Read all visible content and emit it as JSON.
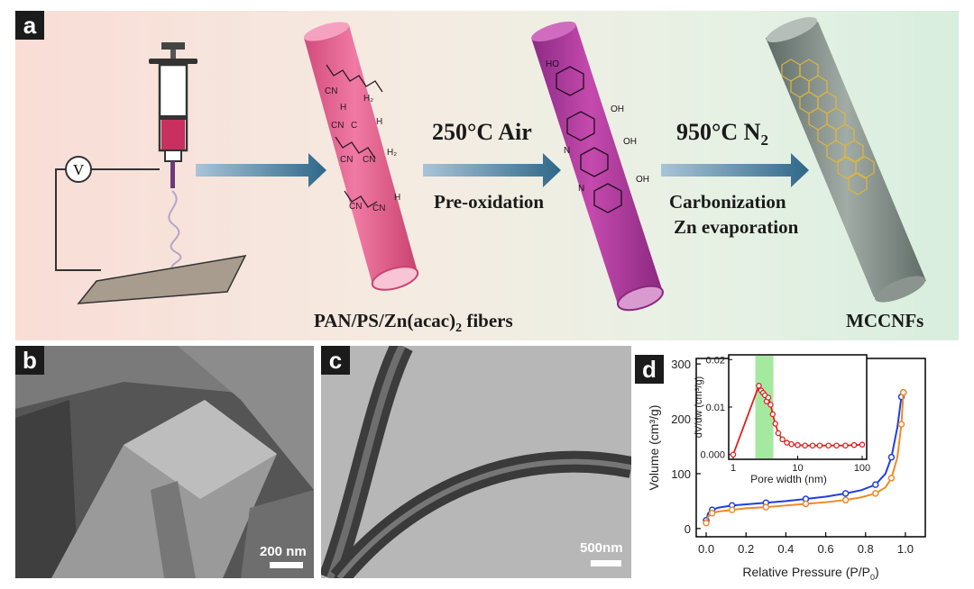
{
  "panel_a": {
    "label": "a",
    "step1_temp": "250°C Air",
    "step1_sub": "Pre-oxidation",
    "step2_temp": "950°C N",
    "step2_temp_sub": "2",
    "step2_line1": "Carbonization",
    "step2_line2": "Zn evaporation",
    "fibers_label_main": "PAN/PS/Zn(acac)",
    "fibers_label_sub": "2",
    "fibers_label_tail": " fibers",
    "product_label": "MCCNFs",
    "voltmeter": "V",
    "colors": {
      "pan_fiber": "#e45f8f",
      "oxidized_fiber": "#b23a9c",
      "carbon_fiber": "#7d8a82",
      "arrow": "#3d6f8e"
    }
  },
  "panel_b": {
    "label": "b",
    "scale": "200 nm"
  },
  "panel_c": {
    "label": "c",
    "scale": "500nm"
  },
  "panel_d": {
    "label": "d"
  },
  "chart_data": {
    "type": "line",
    "xlabel": "Relative Pressure (P/P",
    "xlabel_sub": "0",
    "xlabel_tail": ")",
    "ylabel": "Volume (cm³/g)",
    "xlim": [
      -0.05,
      1.1
    ],
    "ylim": [
      -15,
      310
    ],
    "xticks": [
      "0.0",
      "0.2",
      "0.4",
      "0.6",
      "0.8",
      "1.0"
    ],
    "yticks": [
      "0",
      "100",
      "200",
      "300"
    ],
    "series": [
      {
        "color": "#1f3fe0",
        "x": [
          0.0,
          0.01,
          0.03,
          0.06,
          0.13,
          0.2,
          0.3,
          0.4,
          0.5,
          0.6,
          0.7,
          0.78,
          0.85,
          0.9,
          0.93,
          0.96,
          0.98,
          0.99
        ],
        "values": [
          15,
          28,
          34,
          38,
          42,
          44,
          47,
          50,
          54,
          58,
          64,
          70,
          80,
          100,
          130,
          185,
          240,
          248
        ]
      },
      {
        "color": "#f08a24",
        "x": [
          0.0,
          0.01,
          0.03,
          0.06,
          0.13,
          0.2,
          0.3,
          0.4,
          0.5,
          0.6,
          0.7,
          0.78,
          0.85,
          0.9,
          0.93,
          0.96,
          0.98,
          0.99
        ],
        "values": [
          10,
          22,
          28,
          31,
          34,
          37,
          39,
          42,
          45,
          48,
          52,
          57,
          64,
          75,
          92,
          130,
          190,
          248
        ]
      }
    ],
    "inset": {
      "type": "line",
      "xlabel": "Pore width (nm)",
      "ylabel": "dV/dw (cm³/g)",
      "x_scale": "log",
      "xlim": [
        1,
        100
      ],
      "ylim": [
        -0.001,
        0.021
      ],
      "xticks": [
        "1",
        "10",
        "100"
      ],
      "yticks": [
        "0.000",
        "0.01",
        "0.02"
      ],
      "highlight": [
        2.2,
        4.2
      ],
      "highlight_color": "#8fe38a",
      "series": [
        {
          "color": "#e02020",
          "x": [
            1.0,
            2.5,
            2.7,
            2.9,
            3.1,
            3.3,
            3.5,
            3.8,
            4.1,
            4.5,
            5.0,
            5.8,
            6.8,
            8,
            10,
            13,
            17,
            22,
            30,
            40,
            55,
            75,
            100
          ],
          "values": [
            0.0,
            0.0145,
            0.0135,
            0.013,
            0.0125,
            0.0112,
            0.012,
            0.0105,
            0.0085,
            0.0065,
            0.0045,
            0.0032,
            0.0025,
            0.0022,
            0.002,
            0.0019,
            0.0019,
            0.0019,
            0.0019,
            0.0019,
            0.0019,
            0.002,
            0.0021
          ]
        }
      ]
    }
  }
}
